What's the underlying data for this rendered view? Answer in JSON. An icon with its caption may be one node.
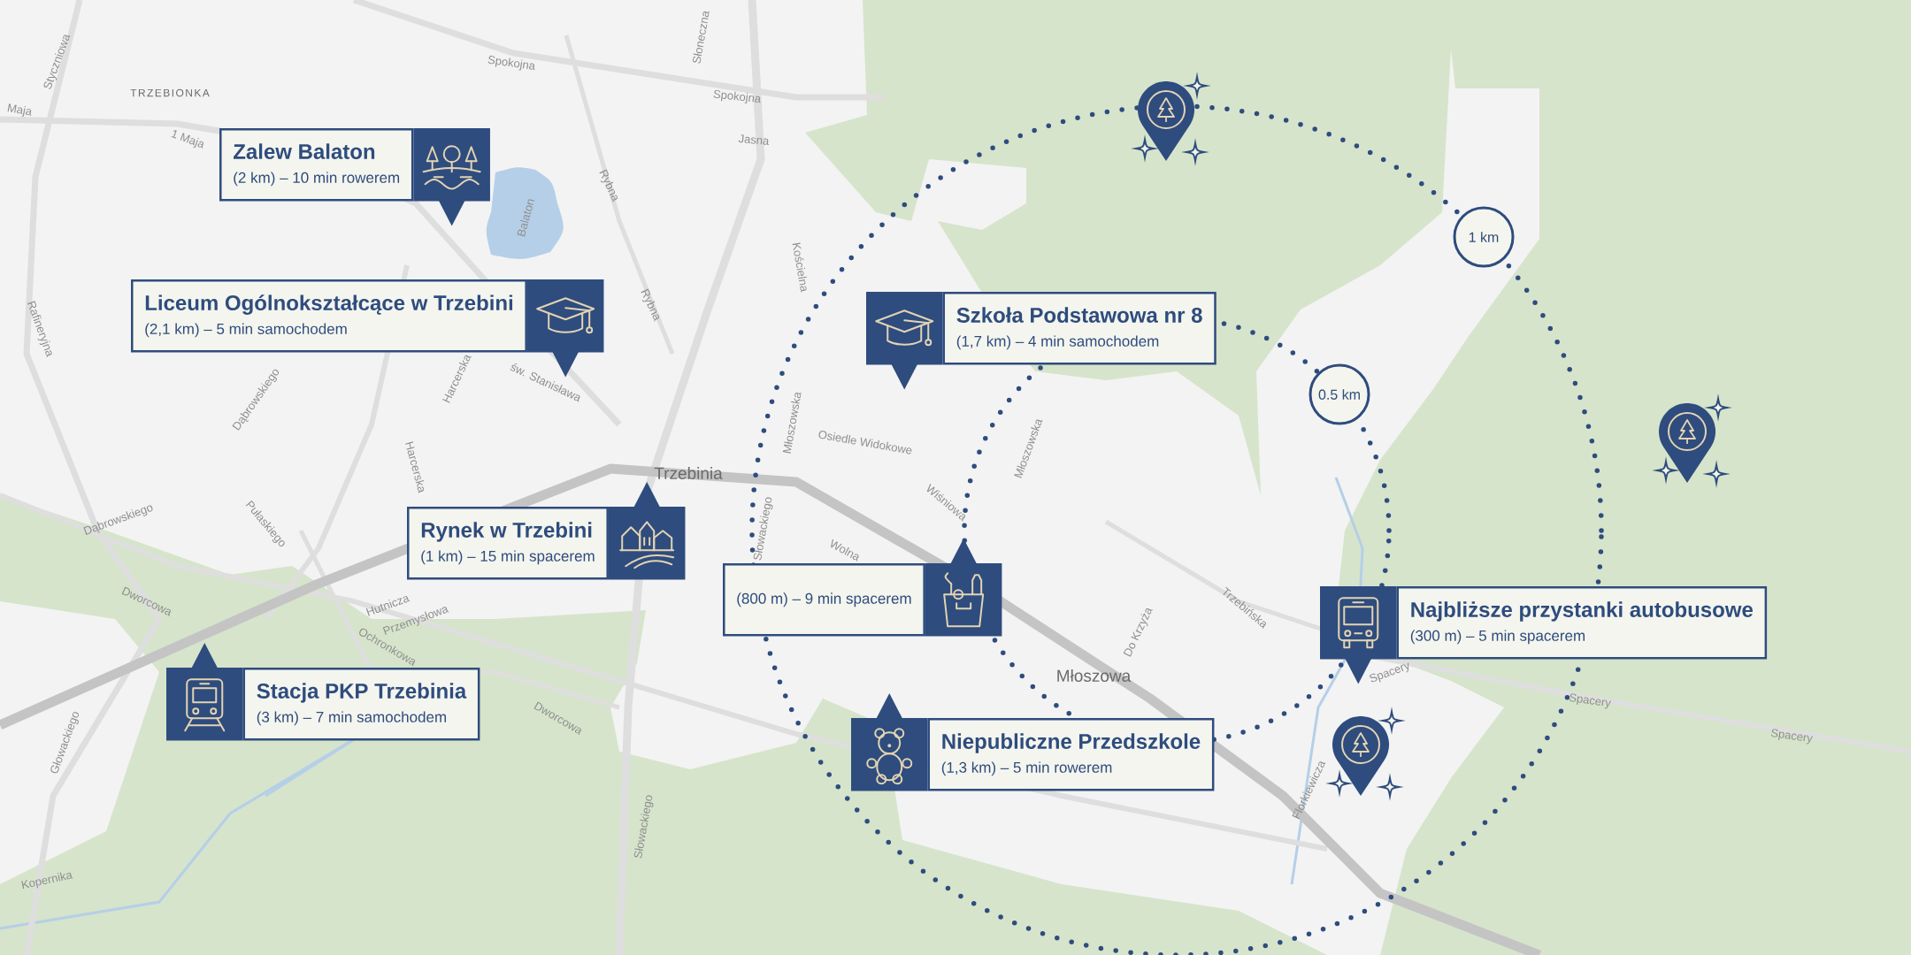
{
  "diagram": {
    "nodes": [
      {
        "text": [
          "Zalew Balaton",
          "(2 km) – 10 min rowerem"
        ]
      },
      {
        "text": [
          "1 km"
        ]
      },
      {
        "text": [
          "Liceum Ogólnokształcące w Trzebini",
          "(2,1 km) – 5 min samochodem"
        ]
      },
      {
        "text": [
          "Szkoła Podstawowa nr 8",
          "(1,7 km) – 4 min samochodem"
        ]
      },
      {
        "text": [
          "0.5 km"
        ]
      },
      {
        "text": [
          "Rynek w Trzebini",
          "(1 km) – 15 min spacerem"
        ]
      },
      {
        "text": [
          "(800 m) – 9 min spacerem"
        ]
      },
      {
        "text": [
          "Najbliższe przystanki autobusowe",
          "(300 m) – 5 min spacerem"
        ]
      },
      {
        "text": [
          "Stacja PKP Trzebinia",
          "(3 km) – 7 min samochodem"
        ]
      },
      {
        "text": [
          "Niepubliczne Przedszkole",
          "(1,3 km) – 5 min rowerem"
        ]
      }
    ],
    "labels": [
      "Słoneczna",
      "Styczniowa",
      "TRZEBIONKA",
      "Spokojna",
      "Spokojna",
      "Maja",
      "1 Maja",
      "Jasna",
      "Rybna",
      "Balaton",
      "Rybna",
      "Kościelna",
      "Rafineryjna",
      "Dąbrowskiego",
      "Harcerska",
      "św. Stanisława",
      "Młoszowska",
      "Trzebinia",
      "Osiedle Widokowe",
      "Młoszowska",
      "Dąbrowskiego",
      "Pułaskiego",
      "Harcerska",
      "Słowackiego",
      "Wiśniowa",
      "Wolna",
      "Dworcowa",
      "Hutnicza",
      "Przemysłowa",
      "Do Krzyża",
      "Trzebińska",
      "Ochronkowa",
      "Młoszowa",
      "Spacery",
      "Głowackiego",
      "Dworcowa",
      "Spacery",
      "Spacery",
      "Florkiewicza",
      "Słowackiego",
      "Kopernika"
    ]
  }
}
